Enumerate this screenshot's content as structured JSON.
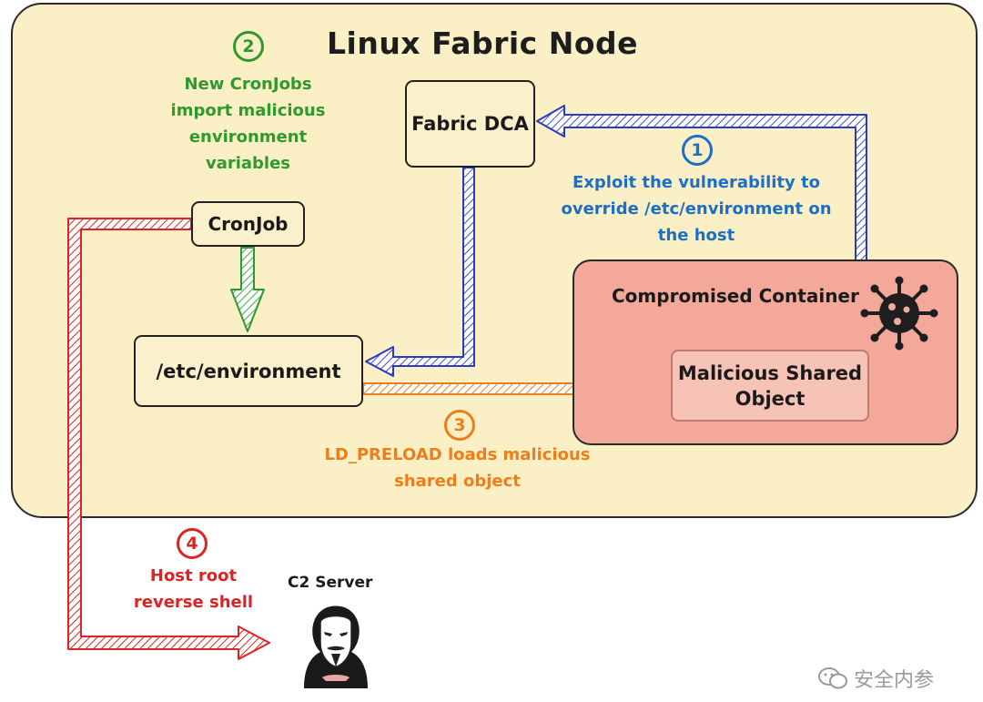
{
  "title": "Linux Fabric Node",
  "nodes": {
    "fabric_dca": "Fabric DCA",
    "cronjob": "CronJob",
    "etc_environment": "/etc/environment",
    "compromised_container": "Compromised Container",
    "malicious_so": [
      "Malicious Shared",
      "Object"
    ],
    "c2_server": "C2 Server"
  },
  "steps": [
    {
      "num": "1",
      "color": "#1c6fc7",
      "lines": [
        "Exploit the vulnerability to",
        "override /etc/environment on",
        "the host"
      ]
    },
    {
      "num": "2",
      "color": "#2e9a2e",
      "lines": [
        "New CronJobs",
        "import malicious",
        "environment",
        "variables"
      ]
    },
    {
      "num": "3",
      "color": "#ee7e19",
      "lines": [
        "LD_PRELOAD loads malicious",
        "shared object"
      ]
    },
    {
      "num": "4",
      "color": "#dd2323",
      "lines": [
        "Host root",
        "reverse shell"
      ]
    }
  ],
  "icons": {
    "virus": "virus-icon",
    "hacker": "hacker-icon"
  },
  "watermark": "安全内参"
}
